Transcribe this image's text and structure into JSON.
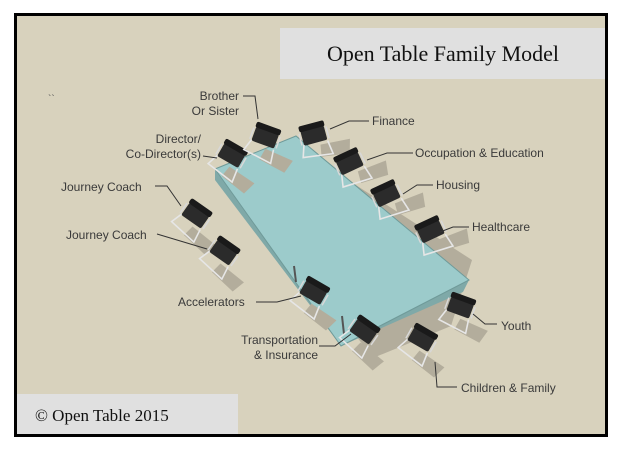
{
  "title": "Open Table Family Model",
  "footer": "© Open Table 2015",
  "stray_mark": "``",
  "colors": {
    "background": "#d8d2bd",
    "box": "#e0e0e0",
    "table": "#9ccbcb",
    "chair": "#2b2b2b",
    "shadow": "#b3ad9c"
  },
  "labels": {
    "brother": [
      "Brother",
      "Or Sister"
    ],
    "director": [
      "Director/",
      "Co-Director(s)"
    ],
    "journey1": "Journey Coach",
    "journey2": "Journey Coach",
    "accelerators": "Accelerators",
    "transportation": [
      "Transportation",
      "& Insurance"
    ],
    "finance": "Finance",
    "occupation": "Occupation & Education",
    "housing": "Housing",
    "healthcare": "Healthcare",
    "youth": "Youth",
    "children": "Children & Family"
  }
}
